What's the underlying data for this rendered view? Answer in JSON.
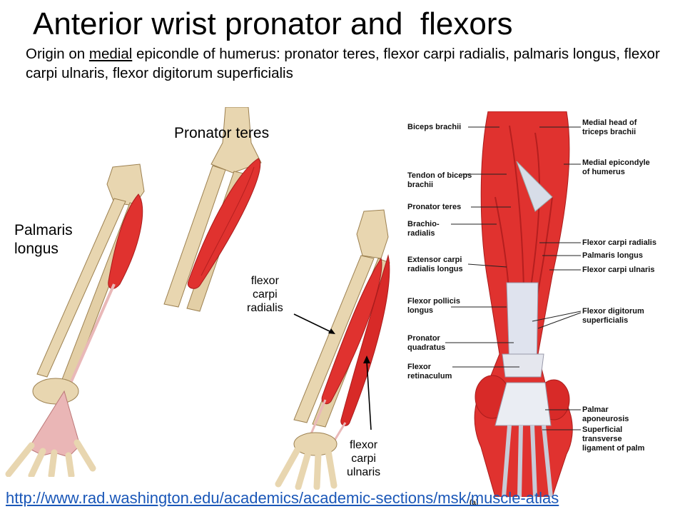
{
  "slide": {
    "title": "Anterior wrist pronator and  flexors",
    "subtitle": {
      "prefix": "Origin on ",
      "underlined": "medial",
      "suffix": " epicondle of humerus: pronator teres, flexor carpi radialis, palmaris longus, flexor carpi ulnaris, flexor digitorum superficialis"
    },
    "link": "http://www.rad.washington.edu/academics/academic-sections/msk/muscle-atlas"
  },
  "labels": {
    "pronator_teres": "Pronator teres",
    "palmaris": "Palmaris",
    "longus": "longus",
    "fcr_line1": "flexor",
    "fcr_line2": "carpi",
    "fcr_line3": "radialis",
    "fcu_line1": "flexor",
    "fcu_line2": "carpi",
    "fcu_line3": "ulnaris"
  },
  "atlas": {
    "left": [
      [
        "Biceps brachii"
      ],
      [
        "Tendon of biceps",
        "brachii"
      ],
      [
        "Pronator teres"
      ],
      [
        "Brachio-",
        "radialis"
      ],
      [
        "Extensor carpi",
        "radialis longus"
      ],
      [
        "Flexor pollicis",
        "longus"
      ],
      [
        "Pronator",
        "quadratus"
      ],
      [
        "Flexor",
        "retinaculum"
      ]
    ],
    "right": [
      [
        "Medial head of",
        "triceps brachii"
      ],
      [
        "Medial epicondyle",
        "of humerus"
      ],
      [
        "Flexor carpi radialis"
      ],
      [
        "Palmaris longus"
      ],
      [
        "Flexor carpi ulnaris"
      ],
      [
        "Flexor digitorum",
        "superficialis"
      ],
      [
        "Palmar",
        "aponeurosis"
      ],
      [
        "Superficial",
        "transverse",
        "ligament of palm"
      ]
    ],
    "subfigure": "(a)"
  },
  "colors": {
    "bone": "#e8d6b0",
    "bone_shade": "#c9ae80",
    "muscle": "#e0322f",
    "muscle_dark": "#b51f1f",
    "tendon": "#e9b8b8",
    "link": "#1a57b8"
  }
}
